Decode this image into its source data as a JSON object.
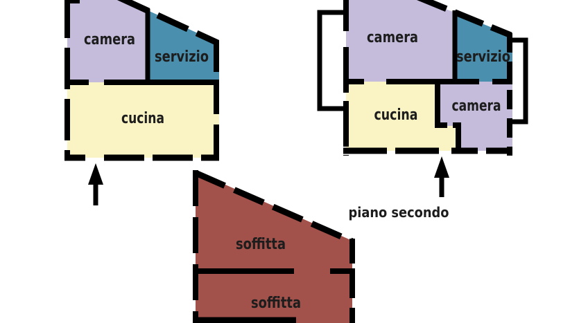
{
  "colors": {
    "background": "#ffffff",
    "wall": "#000000",
    "label": "#1d1d1d",
    "camera": "#c5bbdb",
    "servizio": "#4a8fae",
    "cucina": "#faf3c4",
    "soffitta": "#a3524b"
  },
  "plans": {
    "first": {
      "camera": "camera",
      "servizio": "servizio",
      "cucina": "cucina"
    },
    "second": {
      "caption": "piano secondo",
      "camera_top": "camera",
      "servizio": "servizio",
      "cucina": "cucina",
      "camera_bottom": "camera"
    },
    "attic": {
      "soffitta_upper": "soffitta",
      "soffitta_lower": "soffitta"
    }
  }
}
